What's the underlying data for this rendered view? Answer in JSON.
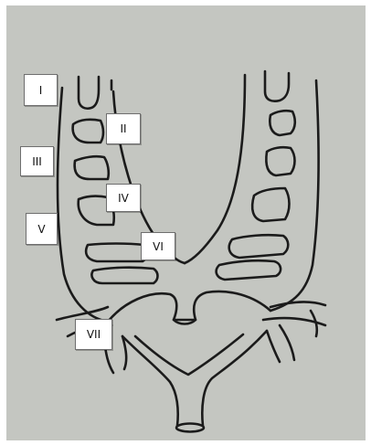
{
  "colors": {
    "paper": "#c4c6c1",
    "ink": "#1b1b1b",
    "frame": "#ffffff",
    "label_bg": "#ffffff",
    "label_border": "#6e6e6e"
  },
  "labels": {
    "I": "I",
    "II": "II",
    "III": "III",
    "IV": "IV",
    "V": "V",
    "VI": "VI",
    "VII": "VII"
  }
}
